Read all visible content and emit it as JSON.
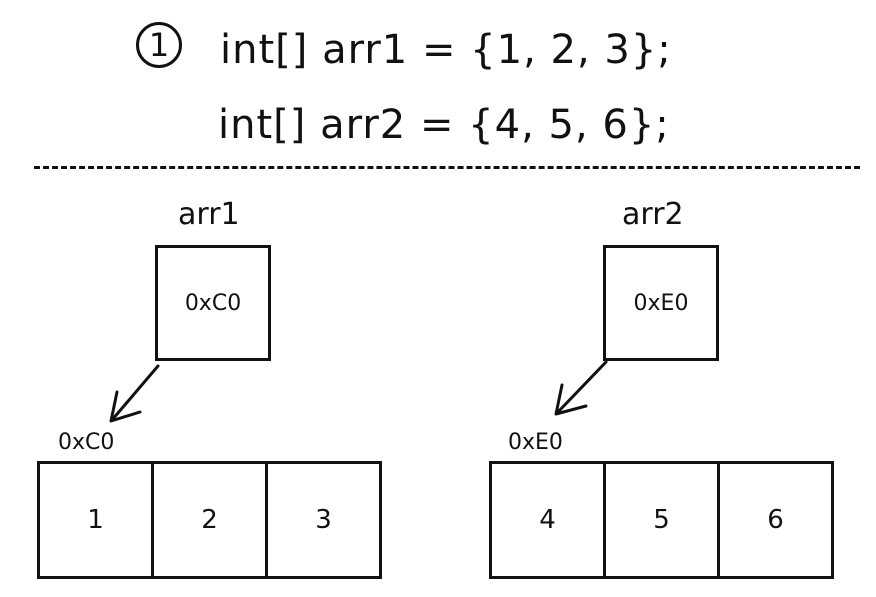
{
  "step_number": "1",
  "code": {
    "line1": "int[] arr1 = {1, 2, 3};",
    "line2": "int[] arr2 = {4, 5, 6};"
  },
  "arr1": {
    "name": "arr1",
    "reference": "0xC0",
    "address": "0xC0",
    "values": [
      "1",
      "2",
      "3"
    ]
  },
  "arr2": {
    "name": "arr2",
    "reference": "0xE0",
    "address": "0xE0",
    "values": [
      "4",
      "5",
      "6"
    ]
  }
}
